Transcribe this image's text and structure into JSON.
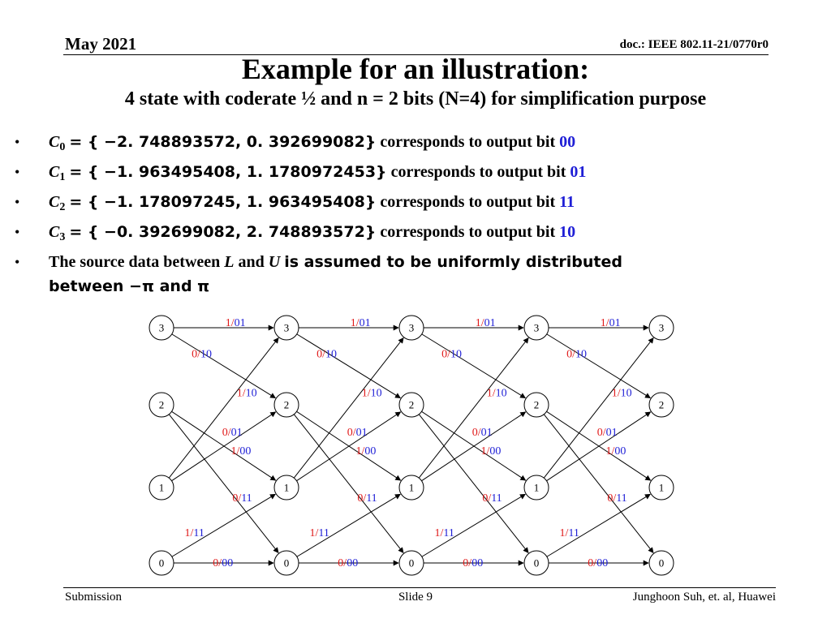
{
  "header": {
    "date": "May 2021",
    "doc": "doc.: IEEE 802.11-21/0770r0"
  },
  "title": "Example for an illustration:",
  "subtitle": "4 state with coderate ½ and n = 2 bits (N=4) for simplification purpose",
  "bullets": [
    {
      "sym": "C",
      "sub": "0",
      "set": "= { −2. 748893572, 0. 392699082}",
      "text": "corresponds to output bit",
      "bits": "00"
    },
    {
      "sym": "C",
      "sub": "1",
      "set": "= { −1. 963495408, 1. 1780972453}",
      "text": "corresponds to output bit",
      "bits": "01"
    },
    {
      "sym": "C",
      "sub": "2",
      "set": "= { −1. 178097245, 1. 963495408}",
      "text": "corresponds to output bit",
      "bits": "11"
    },
    {
      "sym": "C",
      "sub": "3",
      "set": "= { −0. 392699082, 2. 748893572}",
      "text": "corresponds to output bit",
      "bits": "10"
    }
  ],
  "last_bullet": {
    "part1": "The source data between",
    "L": "L",
    "and": "and",
    "U": "U",
    "part2": "is assumed to be uniformly distributed",
    "line2": "between −π and π"
  },
  "trellis": {
    "states": [
      "3",
      "2",
      "1",
      "0"
    ],
    "columns": 5,
    "transitions": [
      {
        "from": 3,
        "to": 3,
        "input": "1",
        "output": "01"
      },
      {
        "from": 3,
        "to": 2,
        "input": "0",
        "output": "10"
      },
      {
        "from": 2,
        "to": 1,
        "input": "1",
        "output": "00"
      },
      {
        "from": 2,
        "to": 0,
        "input": "0",
        "output": "11"
      },
      {
        "from": 1,
        "to": 3,
        "input": "1",
        "output": "10"
      },
      {
        "from": 1,
        "to": 2,
        "input": "0",
        "output": "01"
      },
      {
        "from": 0,
        "to": 1,
        "input": "1",
        "output": "11"
      },
      {
        "from": 0,
        "to": 0,
        "input": "0",
        "output": "00"
      }
    ],
    "colors": {
      "input": "#e01a1a",
      "output": "#1f1fd6",
      "separator": "#e01a1a"
    }
  },
  "footer": {
    "left": "Submission",
    "center": "Slide 9",
    "right": "Junghoon Suh, et. al, Huawei"
  }
}
